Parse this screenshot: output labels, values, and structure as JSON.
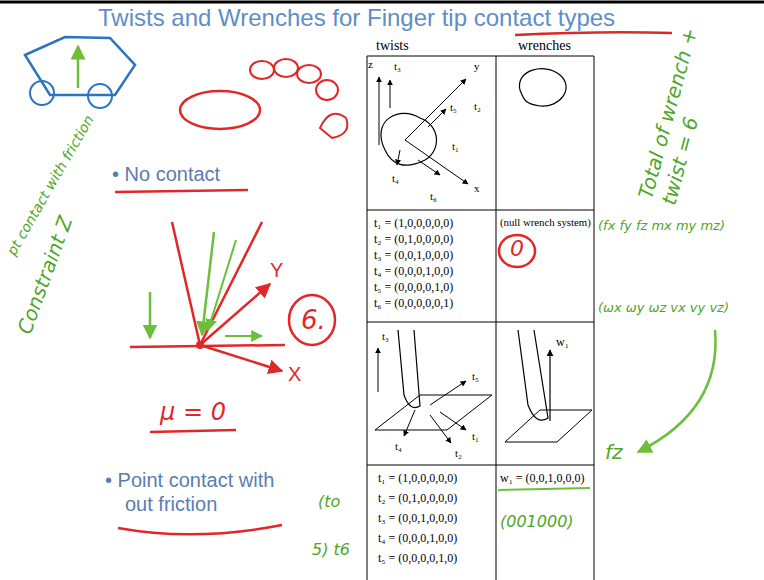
{
  "diagram": {
    "title": "Twists and Wrenches for Finger tip contact types",
    "labels": [
      "twists",
      "wrenches",
      "z",
      "t₃",
      "y",
      "t₅",
      "t₂",
      "t₁",
      "x",
      "t₄",
      "t₆",
      "t₁ = (1,0,0,0,0,0)",
      "t₂ = (0,1,0,0,0,0)",
      "t₃ = (0,0,1,0,0,0)",
      "t₄ = (0,0,0,1,0,0)",
      "t₅ = (0,0,0,0,1,0)",
      "t₆ = (0,0,0,0,0,1)",
      "(null wrench system)",
      "t₃",
      "t₅",
      "t₁",
      "t₂",
      "t₄",
      "w₁",
      "t₁ = (1,0,0,0,0,0)",
      "t₂ = (0,1,0,0,0,0)",
      "t₃ = (0,0,1,0,0,0)",
      "t₄ = (0,0,0,1,0,0)",
      "t₅ = (0,0,0,0,1,0)",
      "w₁ = (0,0,1,0,0,0)",
      "• No contact",
      "• Point contact with out friction",
      "pt contact with friction",
      "Constraint Z",
      "Y",
      "X",
      "μ = 0",
      "6.",
      "0",
      "Total of wrench + twist = 6",
      "(fx fy fz mx my mz)",
      "(ωx ωy ωz vx vy vz)",
      "fz",
      "(001000)",
      "(to",
      "5) t6"
    ]
  }
}
